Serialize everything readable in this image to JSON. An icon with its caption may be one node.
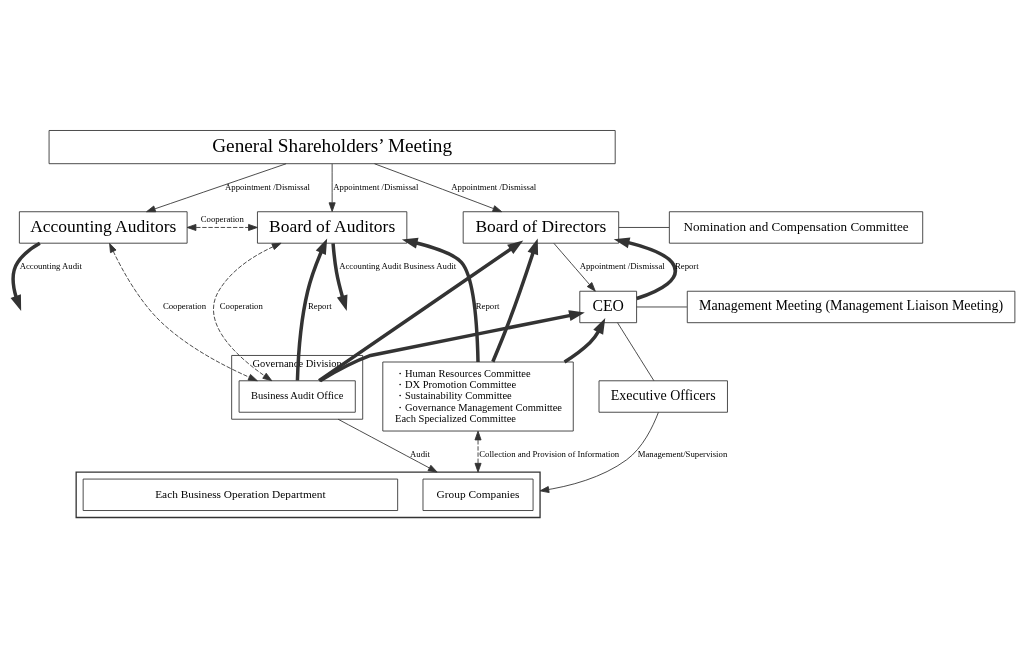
{
  "diagram": {
    "nodes": [
      {
        "text": [
          "General Shareholders’ Meeting"
        ]
      },
      {
        "text": [
          "Accounting Auditors"
        ]
      },
      {
        "text": [
          "Board of Auditors"
        ]
      },
      {
        "text": [
          "Board of Directors"
        ]
      },
      {
        "text": [
          "Nomination and Compensation Committee"
        ]
      },
      {
        "text": [
          "CEO"
        ]
      },
      {
        "text": [
          "Management Meeting (Management Liaison Meeting)"
        ]
      },
      {
        "text": [
          "Executive Officers"
        ]
      },
      {
        "text": [
          "Governance Division"
        ]
      },
      {
        "text": [
          "Business Audit Office"
        ],
        "in": 8
      },
      {
        "text": [
          "・Human Resources Committee",
          "・DX Promotion Committee",
          "・Sustainability Committee",
          "・Governance Management Committee",
          "Each Specialized Committee"
        ]
      },
      {
        "text": [],
        "shape": "box"
      },
      {
        "text": [
          "Group Companies"
        ],
        "in": 11
      },
      {
        "text": [
          "Each Business Operation Department"
        ],
        "in": 11
      }
    ],
    "edges": [
      {
        "from": 0,
        "to": 1,
        "arrow": "to",
        "label": "Appointment /Dismissal"
      },
      {
        "from": 0,
        "to": 2,
        "arrow": "to",
        "label": "Appointment /Dismissal"
      },
      {
        "from": 0,
        "to": 3,
        "arrow": "to",
        "label": "Appointment /Dismissal"
      },
      {
        "from": 1,
        "to": 2,
        "arrow": "both",
        "label": "Cooperation",
        "style": "dashed"
      },
      {
        "from": 1,
        "to": null,
        "arrow": "to",
        "label": "Accounting Audit",
        "style": "thick"
      },
      {
        "from": 2,
        "to": null,
        "arrow": "to",
        "label": "Accounting Audit Business Audit",
        "style": "thick"
      },
      {
        "from": 8,
        "to": 1,
        "arrow": "both",
        "label": "Cooperation",
        "style": "dashed"
      },
      {
        "from": 8,
        "to": 2,
        "arrow": "both",
        "label": "Cooperation",
        "style": "dashed"
      },
      {
        "from": 8,
        "to": 2,
        "arrow": "to",
        "label": "Report",
        "style": "thick"
      },
      {
        "from": 8,
        "to": 3,
        "arrow": "to",
        "style": "thick"
      },
      {
        "from": 8,
        "to": 5,
        "arrow": "to",
        "style": "thick"
      },
      {
        "from": 10,
        "to": 2,
        "arrow": "to",
        "label": "Report",
        "style": "thick"
      },
      {
        "from": 10,
        "to": 3,
        "arrow": "to",
        "style": "thick"
      },
      {
        "from": 10,
        "to": 5,
        "arrow": "to",
        "style": "thick"
      },
      {
        "from": 3,
        "to": 5,
        "arrow": "to",
        "label": "Appointment /Dismissal"
      },
      {
        "from": 5,
        "to": 3,
        "arrow": "to",
        "label": "Report",
        "style": "thick"
      },
      {
        "from": 3,
        "to": 4,
        "arrow": "none"
      },
      {
        "from": 5,
        "to": 6,
        "arrow": "none"
      },
      {
        "from": 5,
        "to": 7,
        "arrow": "none"
      },
      {
        "from": 8,
        "to": 11,
        "arrow": "to",
        "label": "Audit"
      },
      {
        "from": 10,
        "to": 11,
        "arrow": "both",
        "label": "Collection and Provision of Information",
        "style": "dashed"
      },
      {
        "from": 7,
        "to": 11,
        "arrow": "to",
        "label": "Management/Supervision"
      }
    ]
  }
}
